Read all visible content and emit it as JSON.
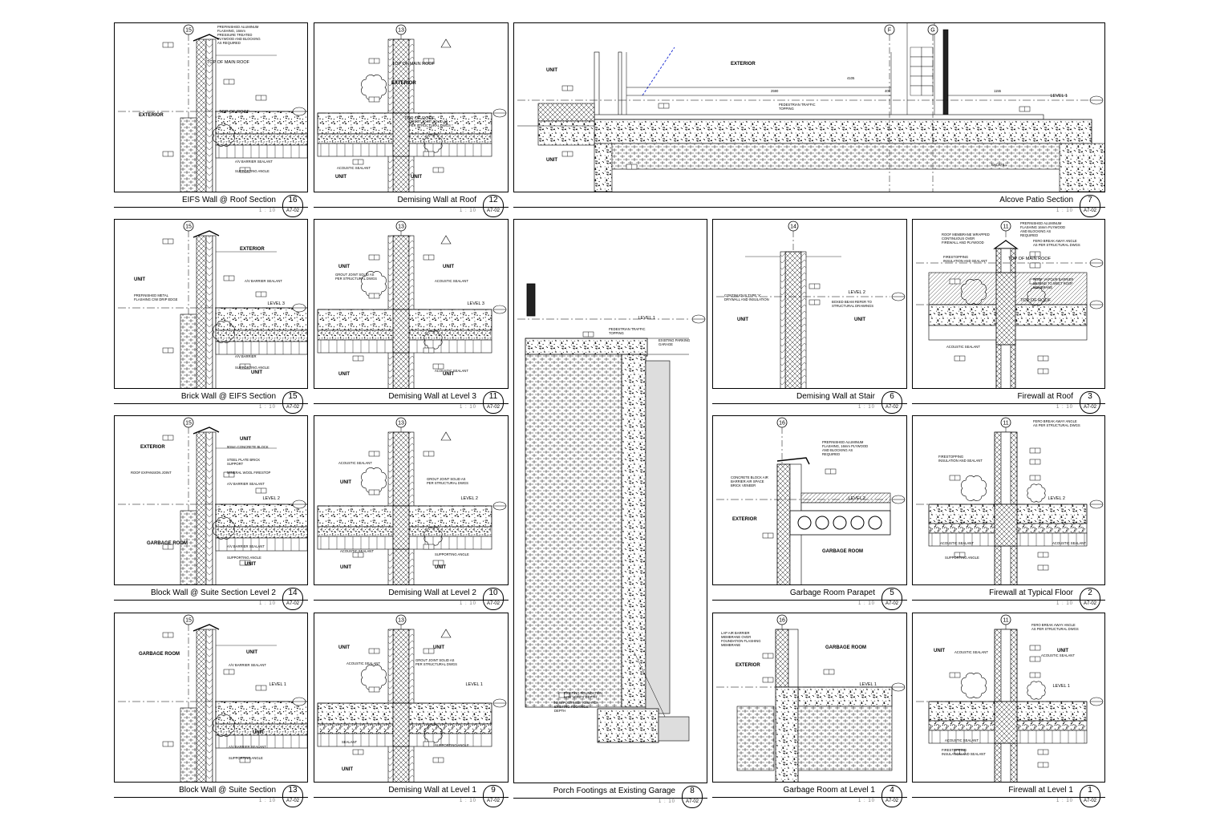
{
  "details": [
    {
      "id": "p16",
      "title": "EIFS Wall @ Roof Section",
      "number": "16",
      "scale": "1 : 10",
      "sheet": "A7-02",
      "grid": "15",
      "labels": [
        "PREFINISHED ALUMINUM FLASHING, 16mm PRESSURE TREATED PLYWOOD AND BLOCKING AS REQUIRED",
        "TOP OF MAIN ROOF",
        "TOP OF ROOF",
        "EXTERIOR",
        "A/V BARRIER SEALANT",
        "SUPPORTING ANGLE"
      ]
    },
    {
      "id": "p12",
      "title": "Demising Wall at Roof",
      "number": "12",
      "scale": "1 : 10",
      "sheet": "A7-02",
      "grid": "13",
      "labels": [
        "TOP OF MAIN ROOF",
        "EXTERIOR",
        "GROUT JOINT SOLID AS PER STRUCTURAL DWGS",
        "TOP OF ROOF",
        "ACOUSTIC SEALANT",
        "UNIT",
        "UNIT"
      ]
    },
    {
      "id": "p7",
      "title": "Alcove Patio Section",
      "number": "7",
      "scale": "1 : 10",
      "sheet": "A7-02",
      "grids": [
        "F",
        "G"
      ],
      "labels": [
        "EXTERIOR",
        "UNIT",
        "UNIT",
        "PEDESTRIAN TRAFFIC TOPPING",
        "LEVEL 1",
        "BACKFILL",
        "4105",
        "2590",
        "400",
        "1155"
      ]
    },
    {
      "id": "p15",
      "title": "Brick Wall @ EIFS Section",
      "number": "15",
      "scale": "1 : 10",
      "sheet": "A7-02",
      "grid": "15",
      "labels": [
        "EXTERIOR",
        "UNIT",
        "A/V BARRIER SEALANT",
        "PREFINISHED METAL FLASHING C/W DRIP EDGE",
        "LEVEL 3",
        "A/V BARRIER",
        "SUPPORTING ANGLE",
        "UNIT"
      ]
    },
    {
      "id": "p11",
      "title": "Demising Wall at Level 3",
      "number": "11",
      "scale": "1 : 10",
      "sheet": "A7-02",
      "grid": "13",
      "labels": [
        "UNIT",
        "UNIT",
        "GROUT JOINT SOLID AS PER STRUCTURAL DWGS",
        "ACOUSTIC SEALANT",
        "LEVEL 3",
        "ACOUSTIC SEALANT",
        "UNIT",
        "UNIT"
      ]
    },
    {
      "id": "p8",
      "title": "Porch Footings at Existing Garage",
      "number": "8",
      "scale": "1 : 10",
      "sheet": "A7-02",
      "labels": [
        "LEVEL 1",
        "PEDESTRIAN TRAFFIC TOPPING",
        "EXISTING PARKING GARAGE",
        "EXISTING FOUNDATION SITE VERIFY DEPTH",
        "NEW FOOTINGS TO MATCH EXISTING FOOTINGS DEPTH"
      ]
    },
    {
      "id": "p6",
      "title": "Demising Wall at Stair",
      "number": "6",
      "scale": "1 : 10",
      "sheet": "A7-02",
      "grid": "14",
      "labels": [
        "LEVEL 2",
        "CONTINUOUS TYPE 'X' DRYWALL AND INSULATION",
        "BOXED BEAM REFER TO STRUCTURAL DRAWINGS",
        "UNIT",
        "UNIT"
      ]
    },
    {
      "id": "p3",
      "title": "Firewall at Roof",
      "number": "3",
      "scale": "1 : 10",
      "sheet": "A7-02",
      "grid": "11",
      "labels": [
        "PREFINISHED ALUMINUM FLASHING 16mm PLYWOOD AND BLOCKING AS REQUIRED",
        "ROOF MEMBRANE WRAPPED CONTINUOUS OVER FIREWALL AND PLYWOOD",
        "FERO BREAK AWAY ANGLE AS PER STRUCTURAL DWGS",
        "FIRESTOPPING INSULATION AND SEALANT",
        "TOP OF MAIN ROOF",
        "ROOF VAPOUR BARRIER EXTEND TO MEET ROOF MEMBRANE",
        "TOP OF ROOF",
        "ACOUSTIC SEALANT"
      ]
    },
    {
      "id": "p14",
      "title": "Block Wall @ Suite Section Level 2",
      "number": "14",
      "scale": "1 : 10",
      "sheet": "A7-02",
      "grid": "15",
      "labels": [
        "UNIT",
        "EXTERIOR",
        "90mm CONCRETE BLOCK",
        "STEEL PLATE BRICK SUPPORT",
        "ROOF EXPANSION JOINT",
        "MINERAL WOOL FIRESTOP",
        "A/V BARRIER SEALANT",
        "LEVEL 2",
        "GARBAGE ROOM",
        "A/V BARRIER SEALANT",
        "SUPPORTING ANGLE",
        "UNIT"
      ]
    },
    {
      "id": "p10",
      "title": "Demising Wall at Level 2",
      "number": "10",
      "scale": "1 : 10",
      "sheet": "A7-02",
      "grid": "13",
      "labels": [
        "ACOUSTIC SEALANT",
        "UNIT",
        "GROUT JOINT SOLID AS PER STRUCTURAL DWGS",
        "LEVEL 2",
        "ACOUSTIC SEALANT",
        "SUPPORTING ANGLE",
        "UNIT",
        "UNIT"
      ]
    },
    {
      "id": "p5",
      "title": "Garbage Room Parapet",
      "number": "5",
      "scale": "1 : 10",
      "sheet": "A7-02",
      "grid": "16",
      "labels": [
        "PREFINISHED ALUMINUM FLASHING, 16mm PLYWOOD AND BLOCKING AS REQUIRED",
        "CONCRETE BLOCK AIR BARRIER AIR SPACE BRICK VENEER",
        "LEVEL 2",
        "EXTERIOR",
        "GARBAGE ROOM"
      ]
    },
    {
      "id": "p2",
      "title": "Firewall at Typical Floor",
      "number": "2",
      "scale": "1 : 10",
      "sheet": "A7-02",
      "grid": "11",
      "labels": [
        "FERO BREAK AWAY ANGLE AS PER STRUCTURAL DWGS",
        "FIRESTOPPING INSULATION AND SEALANT",
        "LEVEL 2",
        "ACOUSTIC SEALANT",
        "ACOUSTIC SEALANT",
        "SUPPORTING ANGLE"
      ]
    },
    {
      "id": "p13",
      "title": "Block Wall @ Suite Section",
      "number": "13",
      "scale": "1 : 10",
      "sheet": "A7-02",
      "grid": "15",
      "labels": [
        "GARBAGE ROOM",
        "UNIT",
        "A/V BARRIER SEALANT",
        "LEVEL 1",
        "UNIT",
        "A/V BARRIER SEALANT",
        "SUPPORTING ANGLE"
      ]
    },
    {
      "id": "p9",
      "title": "Demising Wall at Level 1",
      "number": "9",
      "scale": "1 : 10",
      "sheet": "A7-02",
      "grid": "13",
      "labels": [
        "UNIT",
        "UNIT",
        "ACOUSTIC SEALANT",
        "GROUT JOINT SOLID AS PER STRUCTURAL DWGS",
        "LEVEL 1",
        "SUPPORTING ANGLE",
        "SEALANT",
        "UNIT"
      ]
    },
    {
      "id": "p4",
      "title": "Garbage Room at Level 1",
      "number": "4",
      "scale": "1 : 10",
      "sheet": "A7-02",
      "grid": "16",
      "labels": [
        "LAP AIR BARRIER MEMBRANE OVER FOUNDATION FLASHING MEMBRANE",
        "GARBAGE ROOM",
        "EXTERIOR",
        "LEVEL 1"
      ]
    },
    {
      "id": "p1",
      "title": "Firewall at Level 1",
      "number": "1",
      "scale": "1 : 10",
      "sheet": "A7-02",
      "grid": "11",
      "labels": [
        "FERO BREAK AWAY ANGLE AS PER STRUCTURAL DWGS",
        "UNIT",
        "UNIT",
        "ACOUSTIC SEALANT",
        "ACOUSTIC SEALANT",
        "LEVEL 1",
        "ACOUSTIC SEALANT",
        "FIRESTOPPING INSULATION AND SEALANT"
      ]
    }
  ]
}
